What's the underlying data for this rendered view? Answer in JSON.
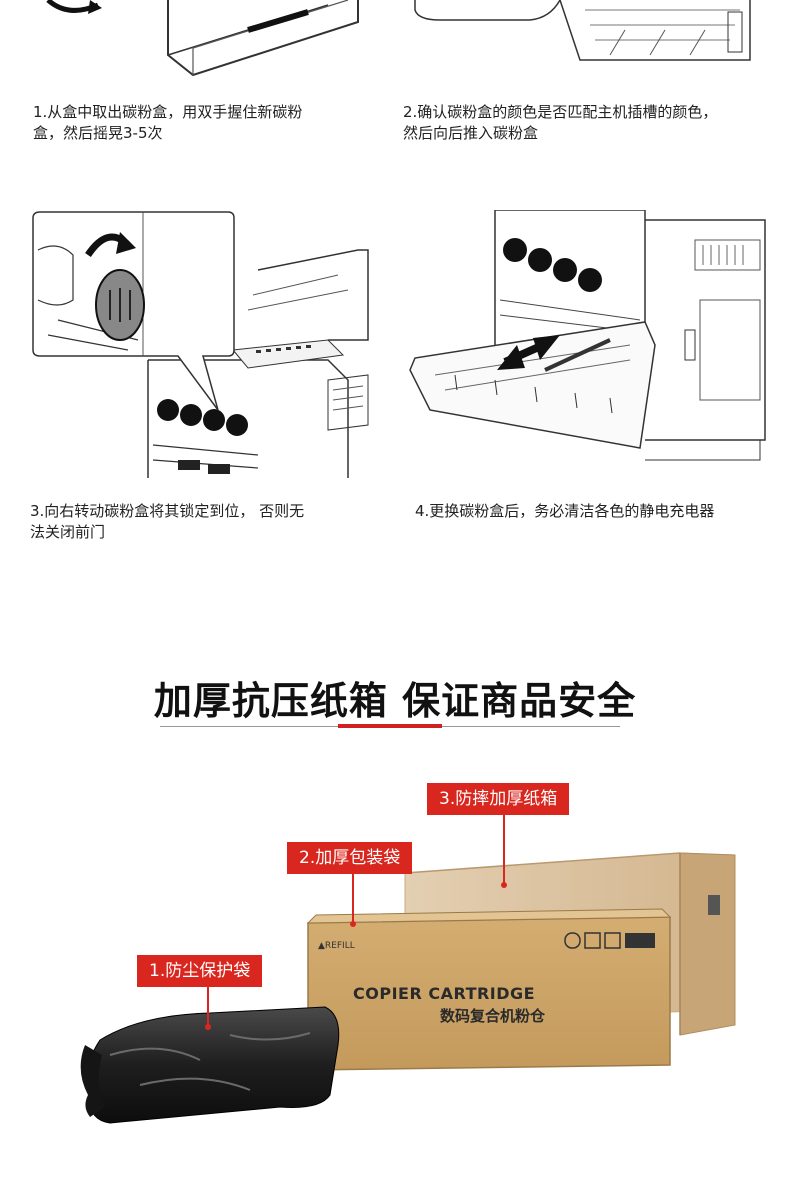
{
  "steps": [
    {
      "caption_line1": "1.从盒中取出碳粉盒，用双手握住新碳粉",
      "caption_line2": "盒，然后摇晃3-5次"
    },
    {
      "caption_line1": "2.确认碳粉盒的颜色是否匹配主机插槽的颜色，",
      "caption_line2": "然后向后推入碳粉盒"
    },
    {
      "caption_line1": "3.向右转动碳粉盒将其锁定到位， 否则无",
      "caption_line2": "法关闭前门"
    },
    {
      "caption_line1": "4.更换碳粉盒后，务必清洁各色的静电充电器",
      "caption_line2": ""
    }
  ],
  "section": {
    "title": "加厚抗压纸箱  保证商品安全"
  },
  "packaging": {
    "tags": [
      {
        "label": "3.防摔加厚纸箱"
      },
      {
        "label": "2.加厚包装袋"
      },
      {
        "label": "1.防尘保护袋"
      }
    ],
    "box_text_en": "COPIER CARTRIDGE",
    "box_text_cn": "数码复合机粉仓",
    "box_brand": "REFILL"
  },
  "colors": {
    "accent": "#d9271f",
    "cardboard": "#d6b78c",
    "cardboard_dark": "#b8925e"
  }
}
